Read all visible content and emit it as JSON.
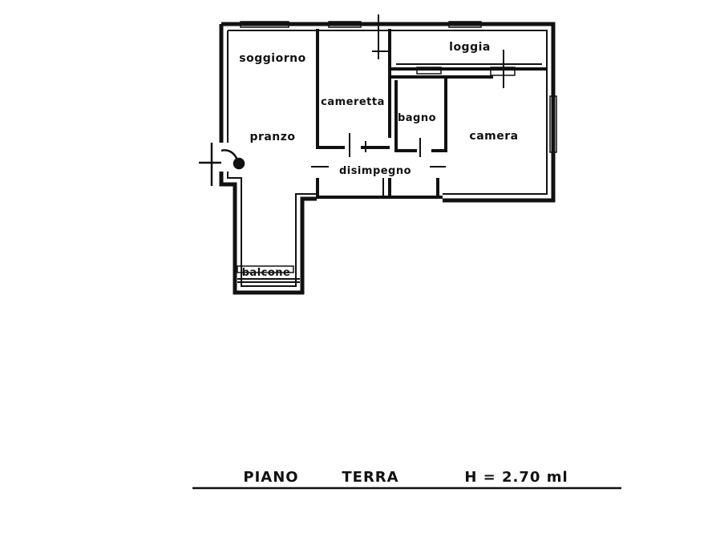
{
  "rooms": {
    "soggiorno": "soggiorno",
    "pranzo": "pranzo",
    "cameretta": "cameretta",
    "loggia": "loggia",
    "bagno": "bagno",
    "camera": "camera",
    "disimpegno": "disimpegno",
    "balcone": "balcone"
  },
  "footer": {
    "floor_label": "PIANO",
    "floor_name": "TERRA",
    "height_label": "H = 2.70 ml"
  },
  "colors": {
    "ink": "#111111",
    "paper": "#ffffff"
  }
}
